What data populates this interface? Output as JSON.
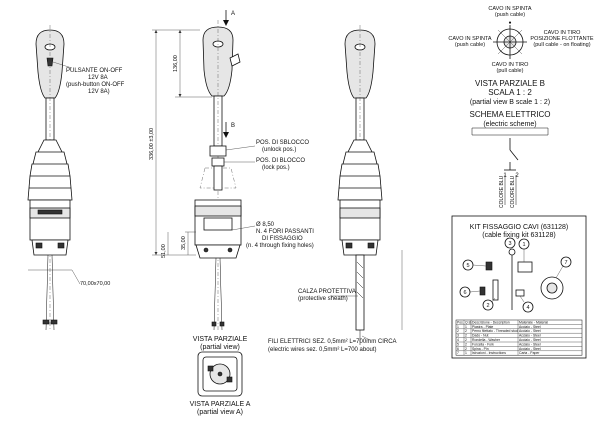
{
  "labels": {
    "view_a_arrow": "A",
    "view_b_arrow": "B",
    "pushbutton": [
      "PULSANTE ON-OFF",
      "12V 8A",
      "(push-button ON-OFF",
      "12V 8A)"
    ],
    "dim_136": "136,00",
    "dim_336": "336,00 ±3,00",
    "dim_35": "35,00",
    "dim_51": "51,00",
    "dim_70": "70,00x70,00",
    "unlock": [
      "POS. DI SBLOCCO",
      "(unlock pos.)"
    ],
    "lock": [
      "POS. DI BLOCCO",
      "(lock pos.)"
    ],
    "holes": [
      "Ø 8,50",
      "N. 4 FORI PASSANTI",
      "DI FISSAGGIO",
      "(n. 4 through fixing holes)"
    ],
    "sheath": [
      "CALZA PROTETTIVA",
      "(protective sheath)"
    ],
    "wires": [
      "FILI ELETTRICI SEZ. 0,5mm² L=700mm CIRCA",
      "(electric wires sez. 0,5mm² L=700 about)"
    ],
    "partial_view": [
      "VISTA PARZIALE",
      "(partial view)"
    ],
    "partial_view_a": [
      "VISTA PARZIALE A",
      "(partial view A)"
    ]
  },
  "scheme": {
    "push_top": [
      "CAVO IN SPINTA",
      "(push cable)"
    ],
    "push_left": [
      "CAVO IN SPINTA",
      "(push cable)"
    ],
    "pull_right": [
      "CAVO IN TIRO",
      "POSIZIONE FLOTTANTE",
      "(pull cable - on floating)"
    ],
    "pull_bottom": [
      "CAVO IN TIRO",
      "(pull cable)"
    ],
    "view_b": [
      "VISTA PARZIALE B",
      "SCALA 1 : 2",
      "(partial view B scale 1 : 2)"
    ],
    "electric": [
      "SCHEMA ELETTRICO",
      "(electric scheme)"
    ],
    "terminals": [
      "1",
      "2"
    ],
    "wire_labels": [
      "COLORE BLU",
      "COLORE BLU"
    ]
  },
  "kit": {
    "title": [
      "KIT FISSAGGIO CAVI (631128)",
      "(cable fixing kit 631128)"
    ],
    "callouts": [
      "1",
      "2",
      "3",
      "4",
      "5",
      "6",
      "7"
    ],
    "table_header": [
      "Pos.",
      "Q.tà",
      "Descrizione - Description",
      "Materiale - Material"
    ],
    "table_rows": [
      [
        "1",
        "1",
        "Piastra - Plate",
        "Acciaio - Steel"
      ],
      [
        "2",
        "2",
        "Perno filettato - Threaded stud",
        "Acciaio - Steel"
      ],
      [
        "3",
        "2",
        "Dado - Nut",
        "Acciaio - Steel"
      ],
      [
        "4",
        "2",
        "Rondella - Washer",
        "Acciaio - Steel"
      ],
      [
        "5",
        "2",
        "Forcella - Fork",
        "Acciaio - Steel"
      ],
      [
        "6",
        "2",
        "Spina - Pin",
        "Acciaio - Steel"
      ],
      [
        "7",
        "1",
        "Istruzioni - Instructions",
        "Carta - Paper"
      ]
    ]
  }
}
